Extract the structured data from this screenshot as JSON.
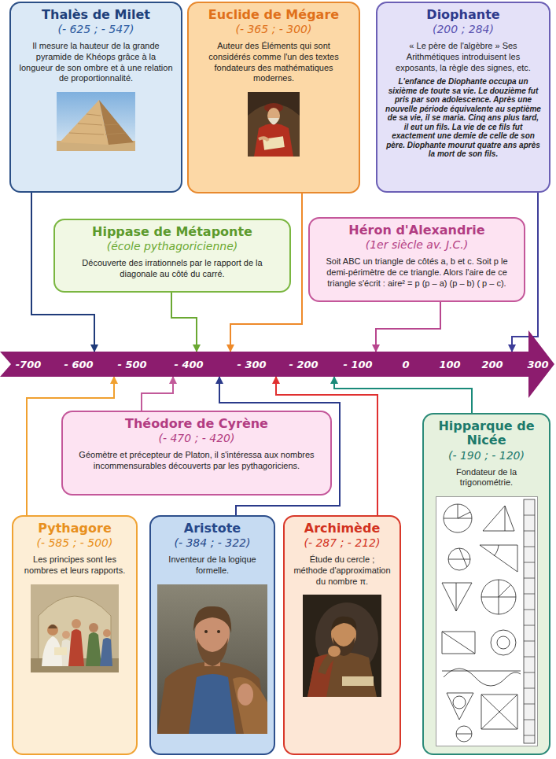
{
  "diagram": {
    "nodes": [
      {
        "text": [
          "Thalès de Milet",
          "(- 625 ; - 547)",
          "Il mesure la hauteur de la grande pyramide de Khéops grâce à la longueur de son ombre et à une relation de proportionnalité."
        ]
      },
      {
        "text": [
          "Euclide de Mégare",
          "(- 365 ; - 300)",
          "Auteur des Éléments qui sont considérés comme l'un des textes fondateurs des mathématiques modernes."
        ]
      },
      {
        "text": [
          "Diophante",
          "(200 ; 284)",
          "« Le père de l'algèbre » Ses Arithmétiques introduisent les exposants, la règle des signes, etc.",
          "L'enfance de Diophante occupa un sixième de toute sa vie. Le douzième fut pris par son adolescence. Après une nouvelle période équivalente au septième de sa vie, il se maria. Cinq ans plus tard, il eut un fils. La vie de ce fils fut exactement une demie de celle de son père. Diophante mourut quatre ans après la mort de son fils."
        ]
      },
      {
        "text": [
          "Hippase de Métaponte",
          "(école pythagoricienne)",
          "Découverte des irrationnels par le rapport de la diagonale au côté du carré."
        ]
      },
      {
        "text": [
          "Héron d'Alexandrie",
          "(1er siècle av. J.C.)",
          "Soit ABC un triangle de côtés a, b et c. Soit p le demi-périmètre de ce triangle. Alors l'aire de ce triangle s'écrit : aire² = p (p – a) (p – b) ( p – c)."
        ]
      },
      {
        "text": [
          "-700",
          "- 600",
          "- 500",
          "- 400",
          "- 300",
          "- 200",
          "- 100",
          "0",
          "100",
          "200",
          "300"
        ]
      },
      {
        "text": [
          "Théodore de Cyrène",
          "(- 470 ; - 420)",
          "Géomètre et précepteur de Platon, il s'intéressa aux nombres incommensurables découverts par les pythagoriciens."
        ]
      },
      {
        "text": [
          "Hipparque de Nicée",
          "(- 190 ; - 120)",
          "Fondateur de la trigonométrie."
        ]
      },
      {
        "text": [
          "Pythagore",
          "(- 585 ; - 500)",
          "Les principes sont les nombres et leurs rapports."
        ]
      },
      {
        "text": [
          "Aristote",
          "(- 384 ; - 322)",
          "Inventeur de la logique formelle."
        ]
      },
      {
        "text": [
          "Archimède",
          "(- 287 ; - 212)",
          "Étude du cercle ; méthode d'approximation du nombre π."
        ]
      }
    ],
    "edges": [
      {
        "from": 0,
        "to": 5,
        "arrow": "to"
      },
      {
        "from": 1,
        "to": 5,
        "arrow": "to"
      },
      {
        "from": 2,
        "to": 5,
        "arrow": "to"
      },
      {
        "from": 3,
        "to": 5,
        "arrow": "to"
      },
      {
        "from": 4,
        "to": 5,
        "arrow": "to"
      },
      {
        "from": 6,
        "to": 5,
        "arrow": "to"
      },
      {
        "from": 7,
        "to": 5,
        "arrow": "to"
      },
      {
        "from": 8,
        "to": 5,
        "arrow": "to"
      },
      {
        "from": 9,
        "to": 5,
        "arrow": "to"
      },
      {
        "from": 10,
        "to": 5,
        "arrow": "to"
      }
    ]
  }
}
